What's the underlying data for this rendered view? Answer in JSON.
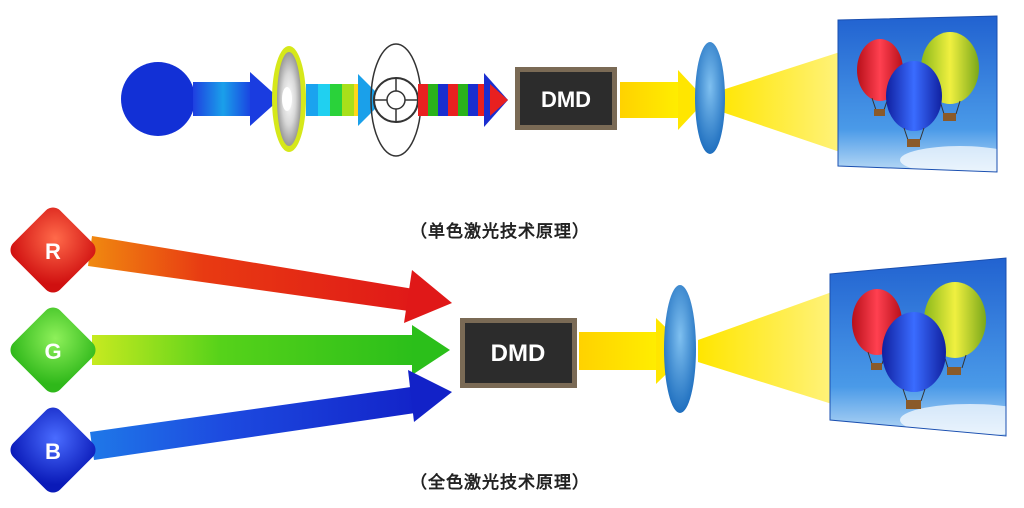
{
  "diagram1": {
    "dmd_label": "DMD",
    "caption": "（单色激光技术原理）"
  },
  "diagram2": {
    "r_label": "R",
    "g_label": "G",
    "b_label": "B",
    "dmd_label": "DMD",
    "caption": "（全色激光技术原理）"
  },
  "colors": {
    "blue": "#1432d8",
    "red": "#e8201a",
    "green": "#43c91c",
    "yellow": "#ffe600",
    "dmd_fill": "#2c2c2c",
    "dmd_border": "#7a6a55",
    "lens": "#2f86cf",
    "sky": "#2f74d8"
  }
}
